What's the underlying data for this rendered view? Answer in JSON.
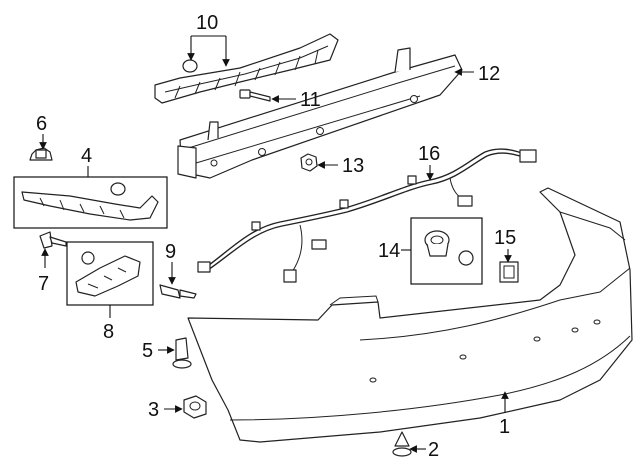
{
  "callouts": {
    "c1": "1",
    "c2": "2",
    "c3": "3",
    "c4": "4",
    "c5": "5",
    "c6": "6",
    "c7": "7",
    "c8": "8",
    "c9": "9",
    "c10": "10",
    "c11": "11",
    "c12": "12",
    "c13": "13",
    "c14": "14",
    "c15": "15",
    "c16": "16"
  },
  "colors": {
    "line": "#222222",
    "background": "#ffffff"
  }
}
